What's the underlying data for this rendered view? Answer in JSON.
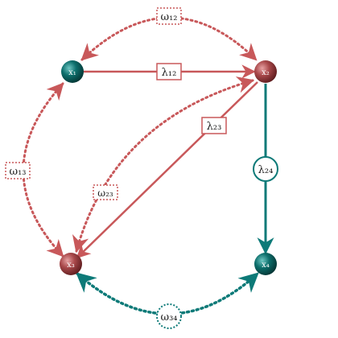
{
  "colors": {
    "red": "#c8585a",
    "teal": "#0d7a78",
    "node_red": "#9c3a3c",
    "node_teal": "#0b5f5d",
    "label_text": "#222222"
  },
  "nodes": [
    {
      "id": "x1",
      "label": "x₁",
      "color": "teal"
    },
    {
      "id": "x2",
      "label": "x₂",
      "color": "red"
    },
    {
      "id": "x3",
      "label": "x₃",
      "color": "red"
    },
    {
      "id": "x4",
      "label": "x₄",
      "color": "teal"
    }
  ],
  "edges": [
    {
      "id": "lambda12",
      "from": "x1",
      "to": "x2",
      "style": "solid",
      "color": "red",
      "label": "λ₁₂",
      "label_shape": "box"
    },
    {
      "id": "lambda23",
      "from": "x2",
      "to": "x3",
      "style": "solid",
      "color": "red",
      "label": "λ₂₃",
      "label_shape": "box"
    },
    {
      "id": "lambda24",
      "from": "x2",
      "to": "x4",
      "style": "solid",
      "color": "teal",
      "label": "λ₂₄",
      "label_shape": "circle"
    },
    {
      "id": "omega12",
      "from": "x1",
      "to": "x2",
      "style": "dotted",
      "color": "red",
      "label": "ω₁₂",
      "label_shape": "box"
    },
    {
      "id": "omega13",
      "from": "x1",
      "to": "x3",
      "style": "dotted",
      "color": "red",
      "label": "ω₁₃",
      "label_shape": "box"
    },
    {
      "id": "omega23",
      "from": "x2",
      "to": "x3",
      "style": "dotted",
      "color": "red",
      "label": "ω₂₃",
      "label_shape": "box"
    },
    {
      "id": "omega34",
      "from": "x3",
      "to": "x4",
      "style": "dotted",
      "color": "teal",
      "label": "ω₃₄",
      "label_shape": "circle"
    }
  ]
}
